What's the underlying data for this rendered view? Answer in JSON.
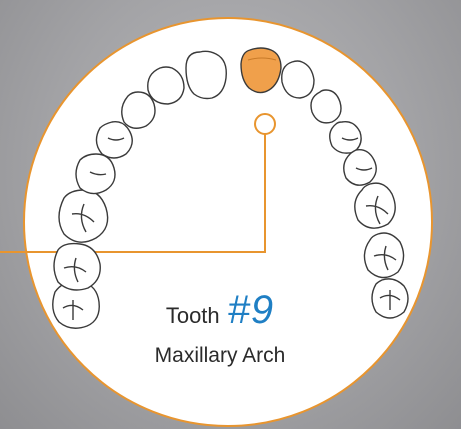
{
  "label": {
    "prefix": "Tooth",
    "number": "#9",
    "arch": "Maxillary Arch"
  },
  "colors": {
    "highlight": "#f0a04b",
    "accent_ring": "#e8952f",
    "number_blue": "#1f7fc4",
    "circle_fill": "#ffffff",
    "tooth_stroke": "#3a3a3a"
  }
}
